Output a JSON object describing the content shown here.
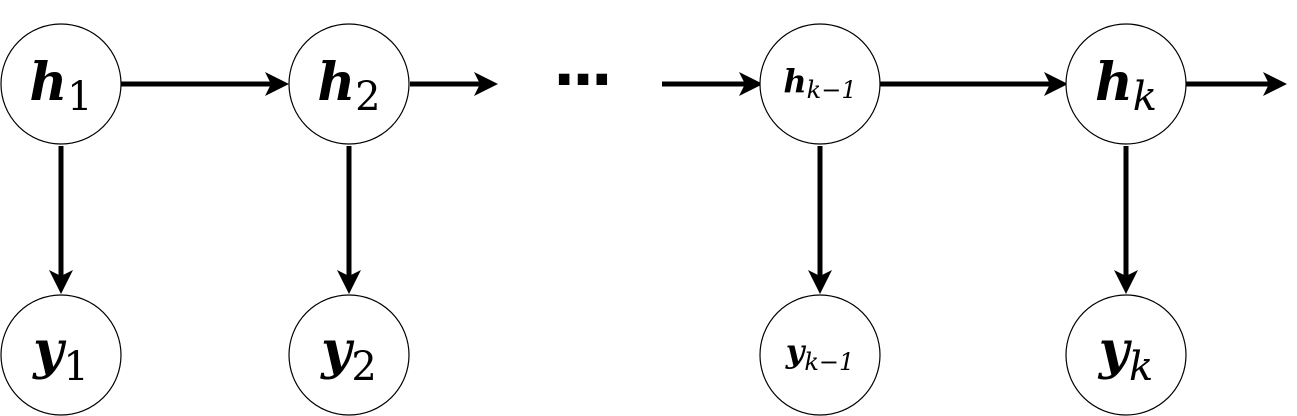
{
  "diagram": {
    "hidden_nodes": [
      {
        "id": "h1",
        "symbol": "h",
        "subscript": "1"
      },
      {
        "id": "h2",
        "symbol": "h",
        "subscript": "2"
      },
      {
        "id": "hk-1",
        "symbol": "h",
        "subscript": "k−1"
      },
      {
        "id": "hk",
        "symbol": "h",
        "subscript": "k"
      }
    ],
    "observed_nodes": [
      {
        "id": "y1",
        "symbol": "y",
        "subscript": "1"
      },
      {
        "id": "y2",
        "symbol": "y",
        "subscript": "2"
      },
      {
        "id": "yk-1",
        "symbol": "y",
        "subscript": "k−1"
      },
      {
        "id": "yk",
        "symbol": "y",
        "subscript": "k"
      }
    ],
    "ellipsis": "···",
    "edges": [
      {
        "from": "h1",
        "to": "h2"
      },
      {
        "from": "h2",
        "to": "ellipsis"
      },
      {
        "from": "ellipsis",
        "to": "hk-1"
      },
      {
        "from": "hk-1",
        "to": "hk"
      },
      {
        "from": "hk",
        "to": "next"
      },
      {
        "from": "h1",
        "to": "y1"
      },
      {
        "from": "h2",
        "to": "y2"
      },
      {
        "from": "hk-1",
        "to": "yk-1"
      },
      {
        "from": "hk",
        "to": "yk"
      }
    ]
  }
}
